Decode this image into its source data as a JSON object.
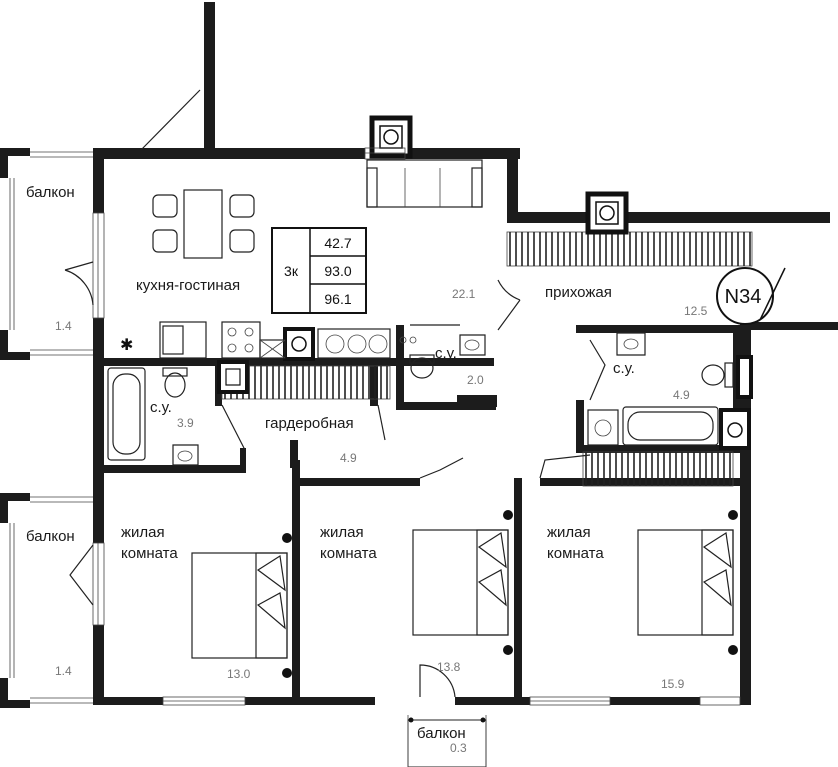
{
  "apartment": {
    "number": "N34",
    "rooms_code": "3к",
    "living_area": "42.7",
    "total_area": "93.0",
    "total_area_with_balcony": "96.1"
  },
  "rooms": {
    "kitchen_living": {
      "label": "кухня-гостиная",
      "area": "22.1"
    },
    "hallway": {
      "label": "прихожая",
      "area": "12.5"
    },
    "wardrobe": {
      "label": "гардеробная",
      "area": "4.9"
    },
    "bath_left": {
      "label": "с.у.",
      "area": "3.9"
    },
    "bath_middle": {
      "label": "с.у.",
      "area": "2.0"
    },
    "bath_right": {
      "label": "с.у.",
      "area": "4.9"
    },
    "bedroom_left": {
      "label_1": "жилая",
      "label_2": "комната",
      "area": "13.0"
    },
    "bedroom_middle": {
      "label_1": "жилая",
      "label_2": "комната",
      "area": "13.8"
    },
    "bedroom_right": {
      "label_1": "жилая",
      "label_2": "комната",
      "area": "15.9"
    },
    "balcony_top": {
      "label": "балкон",
      "area": "1.4"
    },
    "balcony_left": {
      "label": "балкон",
      "area": "1.4"
    },
    "balcony_bottom": {
      "label": "балкон",
      "area": "0.3"
    }
  },
  "colors": {
    "wall": "#1c1c1c",
    "line": "#222222",
    "area_text": "#777777"
  }
}
